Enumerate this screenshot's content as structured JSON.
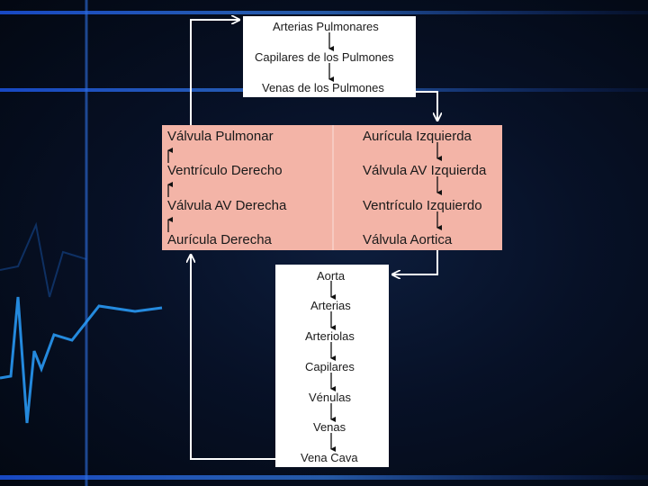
{
  "colors": {
    "heart_fill": "#f3b4a7",
    "box_fill": "#ffffff",
    "background": "#071127",
    "accent_blue": "#2f8cff"
  },
  "pulmonary": {
    "arterias_pulmonares": "Arterias Pulmonares",
    "capilares_pulmones": "Capilares de los Pulmones",
    "venas_pulmones": "Venas de los Pulmones"
  },
  "heart": {
    "left_column": {
      "valvula_pulmonar": "Válvula Pulmonar",
      "ventriculo_derecho": "Ventrículo Derecho",
      "valvula_av_derecha": "Válvula AV Derecha",
      "auricula_derecha": "Aurícula Derecha"
    },
    "right_column": {
      "auricula_izquierda": "Aurícula Izquierda",
      "valvula_av_izquierda": "Válvula AV Izquierda",
      "ventriculo_izquierdo": "Ventrículo Izquierdo",
      "valvula_aortica": "Válvula Aortica"
    }
  },
  "systemic": {
    "aorta": "Aorta",
    "arterias": "Arterias",
    "arteriolas": "Arteriolas",
    "capilares": "Capilares",
    "venulas": "Vénulas",
    "venas": "Venas",
    "vena_cava": "Vena Cava"
  }
}
